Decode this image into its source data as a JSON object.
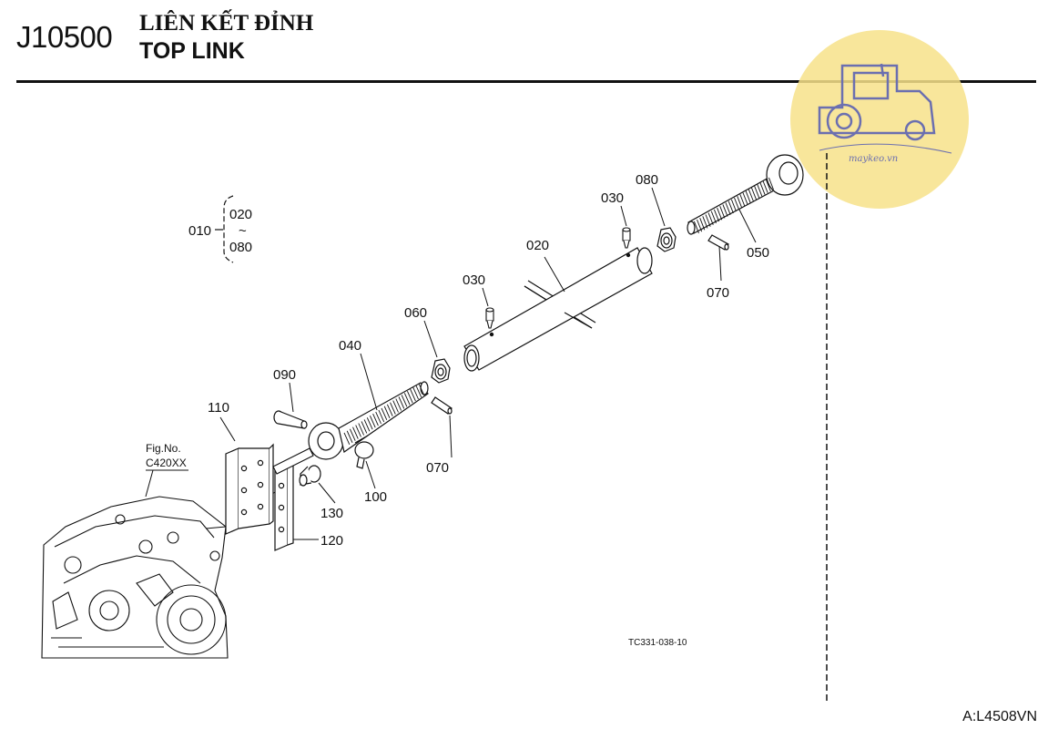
{
  "header": {
    "code": "J10500",
    "title_vi": "LIÊN KẾT ĐỈNH",
    "title_en": "TOP LINK"
  },
  "callouts": {
    "p010": "010",
    "p020": "020",
    "p020_range": "020",
    "p030_a": "030",
    "p030_b": "030",
    "p040": "040",
    "p050": "050",
    "p060": "060",
    "p070_a": "070",
    "p070_b": "070",
    "p080": "080",
    "p080_range": "080",
    "p090": "090",
    "p100": "100",
    "p110": "110",
    "p120": "120",
    "p130": "130",
    "range_sep": "~"
  },
  "figure_ref": {
    "line1": "Fig.No.",
    "line2": "C420XX"
  },
  "drawing_id": "TC331-038-10",
  "footer_code": "A:L4508VN",
  "watermark": {
    "text": "maykeo.vn",
    "circle_color": "#f7e28a",
    "ink_color": "#6b6fb0"
  }
}
